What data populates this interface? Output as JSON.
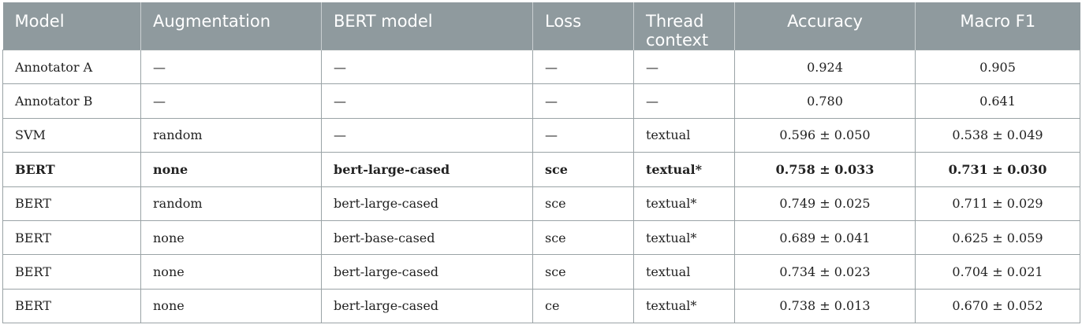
{
  "table": {
    "headers": [
      {
        "label": "Model",
        "align": "left"
      },
      {
        "label": "Augmentation",
        "align": "left"
      },
      {
        "label": "BERT model",
        "align": "left"
      },
      {
        "label": "Loss",
        "align": "left"
      },
      {
        "label": "Thread context",
        "align": "left"
      },
      {
        "label": "Accuracy",
        "align": "center"
      },
      {
        "label": "Macro F1",
        "align": "center"
      }
    ],
    "rows": [
      {
        "bold": false,
        "cells": [
          "Annotator A",
          "—",
          "—",
          "—",
          "—",
          "0.924",
          "0.905"
        ]
      },
      {
        "bold": false,
        "cells": [
          "Annotator B",
          "—",
          "—",
          "—",
          "—",
          "0.780",
          "0.641"
        ]
      },
      {
        "bold": false,
        "cells": [
          "SVM",
          "random",
          "—",
          "—",
          "textual",
          "0.596 ± 0.050",
          "0.538 ± 0.049"
        ]
      },
      {
        "bold": true,
        "cells": [
          "BERT",
          "none",
          "bert-large-cased",
          "sce",
          "textual*",
          "0.758 ± 0.033",
          "0.731 ± 0.030"
        ]
      },
      {
        "bold": false,
        "cells": [
          "BERT",
          "random",
          "bert-large-cased",
          "sce",
          "textual*",
          "0.749 ± 0.025",
          "0.711 ± 0.029"
        ]
      },
      {
        "bold": false,
        "cells": [
          "BERT",
          "none",
          "bert-base-cased",
          "sce",
          "textual*",
          "0.689 ± 0.041",
          "0.625 ± 0.059"
        ]
      },
      {
        "bold": false,
        "cells": [
          "BERT",
          "none",
          "bert-large-cased",
          "sce",
          "textual",
          "0.734 ± 0.023",
          "0.704 ± 0.021"
        ]
      },
      {
        "bold": false,
        "cells": [
          "BERT",
          "none",
          "bert-large-cased",
          "ce",
          "textual*",
          "0.738 ± 0.013",
          "0.670 ± 0.052"
        ]
      }
    ]
  },
  "colors": {
    "header_bg": "#8f9a9e",
    "header_text": "#ffffff",
    "border": "#9aa3a6",
    "body_text": "#222222"
  }
}
